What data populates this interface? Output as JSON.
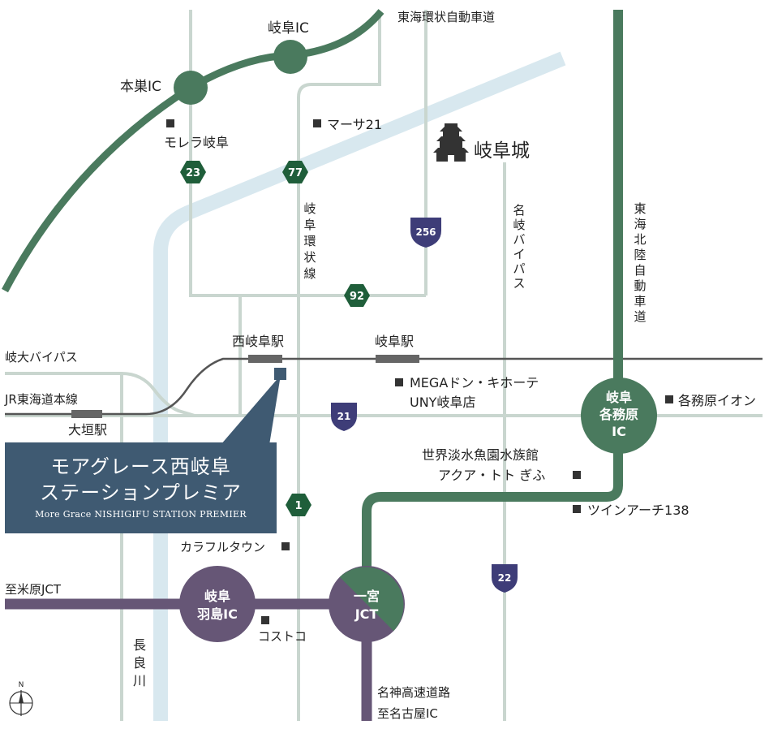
{
  "map": {
    "colors": {
      "expressway_green": "#4a7a5e",
      "expressway_purple": "#665676",
      "river": "#d8e8ef",
      "local_road": "#c9d6cf",
      "national_route_badge": "#3e3d78",
      "prefectural_route_badge": "#1f5e3a",
      "property_box": "#3f5a72",
      "rail": "#555555"
    },
    "interchanges": {
      "gifu_ic": "岐阜IC",
      "motosu_ic": "本巣IC",
      "gifu_kakamigahara_ic": [
        "岐阜",
        "各務原",
        "IC"
      ],
      "gifu_hashima_ic": [
        "岐阜",
        "羽島IC"
      ],
      "ichinomiya_jct": [
        "一宮",
        "JCT"
      ]
    },
    "route_badges": {
      "r23": "23",
      "r77": "77",
      "r256": "256",
      "r92": "92",
      "r21": "21",
      "r1": "1",
      "r22": "22"
    },
    "roads": {
      "tokai_kanjo": "東海環状自動車道",
      "tokai_hokuriku": [
        "東",
        "海",
        "北",
        "陸",
        "自",
        "動",
        "車",
        "道"
      ],
      "gifu_kanjo": [
        "岐",
        "阜",
        "環",
        "状",
        "線"
      ],
      "meigi_bypass": [
        "名",
        "岐",
        "バ",
        "イ",
        "パ",
        "ス"
      ],
      "gidai_bypass": "岐大バイパス",
      "meishin_1": "名神高速道路",
      "meishin_2": "至名古屋IC",
      "maibara_jct": "至米原JCT"
    },
    "rail": {
      "jr_tokaido": "JR東海道本線",
      "nishigifu_station": "西岐阜駅",
      "gifu_station": "岐阜駅",
      "ogaki_station": "大垣駅"
    },
    "river": [
      "長",
      "良",
      "川"
    ],
    "landmarks": {
      "mozo": "モレラ岐阜",
      "marsa": "マーサ21",
      "gifu_castle": "岐阜城",
      "mega_donki": "MEGAドン・キホーテ",
      "uny": "UNY岐阜店",
      "aquarium_1": "世界淡水魚園水族館",
      "aquarium_2": "アクア・トト ぎふ",
      "twin_arch": "ツインアーチ138",
      "kakamigahara_aeon": "各務原イオン",
      "colorful_town": "カラフルタウン",
      "costco": "コストコ"
    },
    "property": {
      "name_line1": "モアグレース西岐阜",
      "name_line2": "ステーションプレミア",
      "name_en": "More Grace NISHIGIFU STATION PREMIER"
    },
    "compass": "N"
  }
}
